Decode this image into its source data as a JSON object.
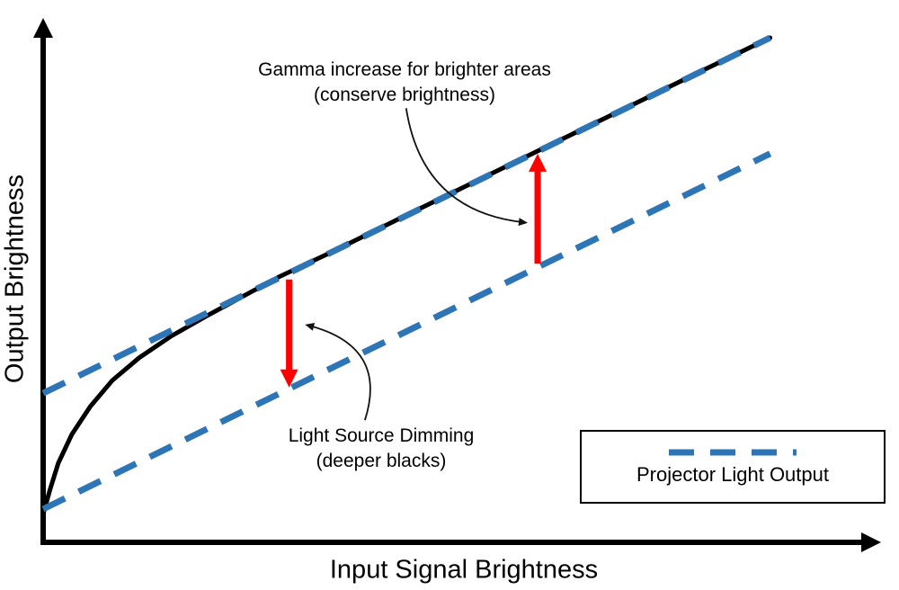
{
  "chart_data": {
    "type": "line",
    "title": "",
    "xlabel": "Input Signal Brightness",
    "ylabel": "Output Brightness",
    "xlim": [
      0,
      1
    ],
    "ylim": [
      0,
      1
    ],
    "grid": false,
    "tick_labels": "none",
    "series": [
      {
        "name": "source-gamma-curve",
        "label": "Source gamma curve",
        "style": "solid",
        "color": "#000000",
        "stroke_width": 5,
        "points": [
          [
            0.0,
            0.053
          ],
          [
            0.008,
            0.099
          ],
          [
            0.018,
            0.15
          ],
          [
            0.034,
            0.204
          ],
          [
            0.056,
            0.257
          ],
          [
            0.082,
            0.306
          ],
          [
            0.114,
            0.349
          ],
          [
            0.152,
            0.39
          ],
          [
            0.194,
            0.428
          ],
          [
            0.237,
            0.465
          ],
          [
            0.28,
            0.502
          ],
          [
            0.344,
            0.55
          ],
          [
            0.429,
            0.617
          ],
          [
            0.514,
            0.683
          ],
          [
            0.6,
            0.75
          ],
          [
            0.685,
            0.816
          ],
          [
            0.771,
            0.883
          ],
          [
            0.863,
            0.954
          ]
        ]
      },
      {
        "name": "projector-output-gamma-increased",
        "label": "Projector Light Output (gamma increase)",
        "style": "dashed",
        "color": "#2E75B6",
        "stroke_width": 7,
        "points": [
          [
            0.0,
            0.282
          ],
          [
            0.863,
            0.954
          ]
        ]
      },
      {
        "name": "projector-output-dimmed",
        "label": "Projector Light Output (dimmed)",
        "style": "dashed",
        "color": "#2E75B6",
        "stroke_width": 7,
        "points": [
          [
            0.0,
            0.063
          ],
          [
            0.863,
            0.735
          ]
        ]
      }
    ],
    "arrows": [
      {
        "name": "light-source-dimming-arrow",
        "color": "#FF0000",
        "from": [
          0.292,
          0.497
        ],
        "to": [
          0.292,
          0.293
        ]
      },
      {
        "name": "gamma-increase-arrow",
        "color": "#FF0000",
        "from": [
          0.587,
          0.527
        ],
        "to": [
          0.587,
          0.735
        ]
      }
    ],
    "legend": {
      "position": "bottom-right",
      "entries": [
        {
          "label": "Projector Light Output",
          "style": "dashed",
          "color": "#2E75B6"
        }
      ]
    }
  },
  "annotations": [
    {
      "name": "gamma-increase-note",
      "lines": [
        "Gamma increase for brighter areas",
        "(conserve brightness)"
      ],
      "pointer": {
        "from": [
          0.431,
          0.821
        ],
        "ctrl": [
          0.45,
          0.626
        ],
        "to": [
          0.571,
          0.605
        ]
      }
    },
    {
      "name": "light-source-dimming-note",
      "lines": [
        "Light Source Dimming",
        "(deeper blacks)"
      ],
      "pointer": {
        "from": [
          0.382,
          0.231
        ],
        "ctrl": [
          0.41,
          0.371
        ],
        "to": [
          0.315,
          0.41
        ]
      }
    }
  ]
}
